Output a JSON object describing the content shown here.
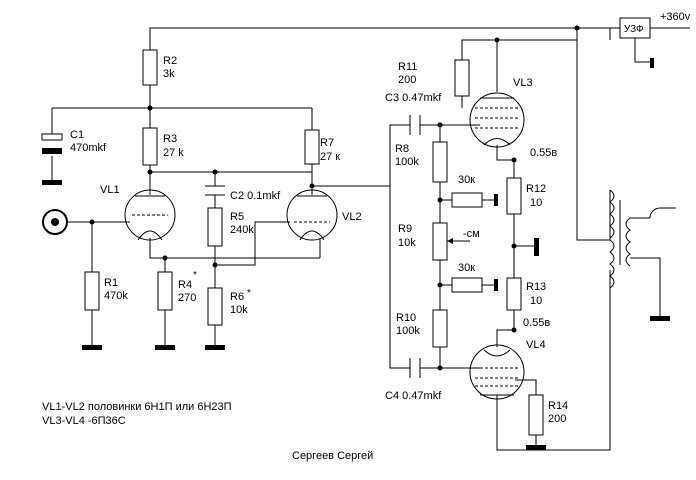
{
  "supply": {
    "voltage": "+360v",
    "filter": "УЗФ"
  },
  "components": {
    "R1": {
      "ref": "R1",
      "value": "470k"
    },
    "R2": {
      "ref": "R2",
      "value": "3k"
    },
    "R3": {
      "ref": "R3",
      "value": "27  k"
    },
    "R4": {
      "ref": "R4",
      "mark": "*",
      "value": "270"
    },
    "R5": {
      "ref": "R5",
      "value": "240k"
    },
    "R6": {
      "ref": "R6",
      "mark": "*",
      "value": "10k"
    },
    "R7": {
      "ref": "R7",
      "value": "27  к"
    },
    "R8": {
      "ref": "R8",
      "value": "100k"
    },
    "R9": {
      "ref": "R9",
      "value": "10k"
    },
    "R10": {
      "ref": "R10",
      "value": "100k"
    },
    "R11": {
      "ref": "R11",
      "value": "200"
    },
    "R12": {
      "ref": "R12",
      "value": "10"
    },
    "R13": {
      "ref": "R13",
      "value": "10"
    },
    "R14": {
      "ref": "R14",
      "value": "200"
    },
    "C1": {
      "ref": "C1",
      "value": "470mkf"
    },
    "C2": {
      "label": "C2 0.1mkf"
    },
    "C3": {
      "label": "C3  0.47mkf"
    },
    "C4": {
      "label": "C4  0.47mkf"
    },
    "VL1": "VL1",
    "VL2": "VL2",
    "VL3": "VL3",
    "VL4": "VL4"
  },
  "annotations": {
    "bias_upper": "30к",
    "bias_lower": "30к",
    "bias_minus": "-см",
    "voltage_upper": "0.55в",
    "voltage_lower": "0.55в"
  },
  "notes": {
    "line1": "VL1-VL2 половинки 6Н1П или 6Н23П",
    "line2": "VL3-VL4  -6П36С"
  },
  "author": "Сергеев Сергей"
}
